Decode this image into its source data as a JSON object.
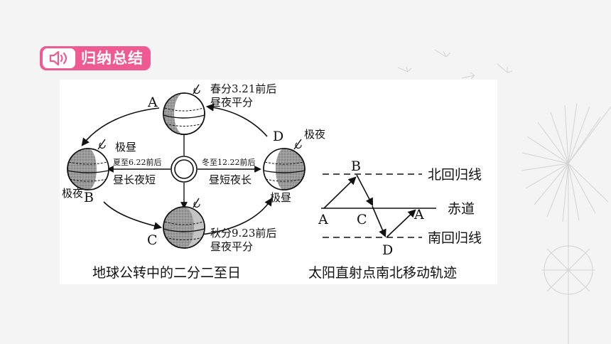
{
  "header": {
    "title": "归纳总结",
    "icon": "speaker-icon",
    "accent": "#ef5a93"
  },
  "orbit_figure": {
    "labels": {
      "A": "A",
      "B": "B",
      "C": "C",
      "D": "D"
    },
    "spring_line1": "春分3.21前后",
    "spring_line2": "昼夜平分",
    "autumn_line1": "秋分9.23前后",
    "autumn_line2": "昼夜平分",
    "summer_line1": "夏至6.22前后",
    "summer_line2": "昼长夜短",
    "winter_line1": "冬至12.22前后",
    "winter_line2": "昼短夜长",
    "b_top": "极昼",
    "b_bottom": "极夜",
    "d_top": "极夜",
    "d_bottom": "极昼",
    "caption": "地球公转中的二分二至日"
  },
  "track_figure": {
    "lines": {
      "north": "北回归线",
      "equator": "赤道",
      "south": "南回归线"
    },
    "points": {
      "A_left": "A",
      "B": "B",
      "C": "C",
      "A_right": "A",
      "D": "D"
    },
    "caption": "太阳直射点南北移动轨迹"
  }
}
